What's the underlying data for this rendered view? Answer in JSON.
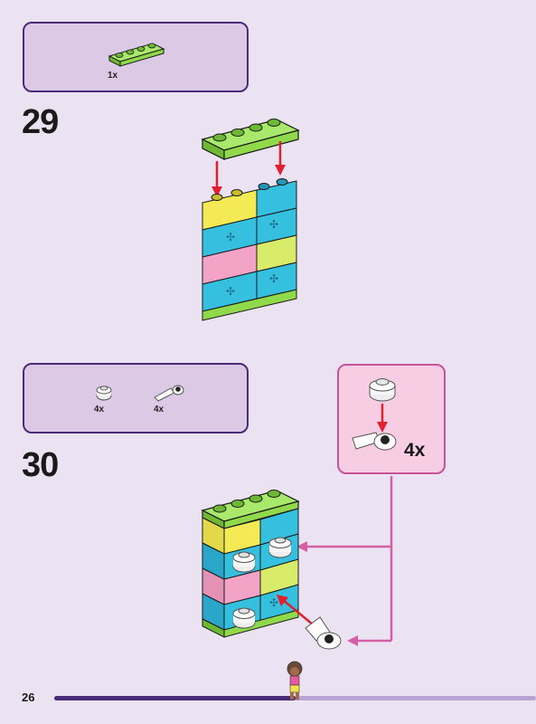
{
  "page": {
    "number": "26",
    "progress": 0.5
  },
  "steps": [
    {
      "number": "29",
      "parts": [
        {
          "icon": "lime-plate-1x4-icon",
          "qty": "1x"
        }
      ]
    },
    {
      "number": "30",
      "parts": [
        {
          "icon": "white-round-brick-icon",
          "qty": "4x"
        },
        {
          "icon": "white-clip-bar-icon",
          "qty": "4x"
        }
      ],
      "callout": {
        "qty": "4x"
      }
    }
  ],
  "colors": {
    "lime": "#8fd94a",
    "azure": "#35c0e0",
    "yellow": "#f4ea55",
    "pink": "#f3a3c6",
    "arrow_red": "#e02030",
    "callout_border": "#c7549a",
    "accent_purple": "#4b2a7a"
  }
}
